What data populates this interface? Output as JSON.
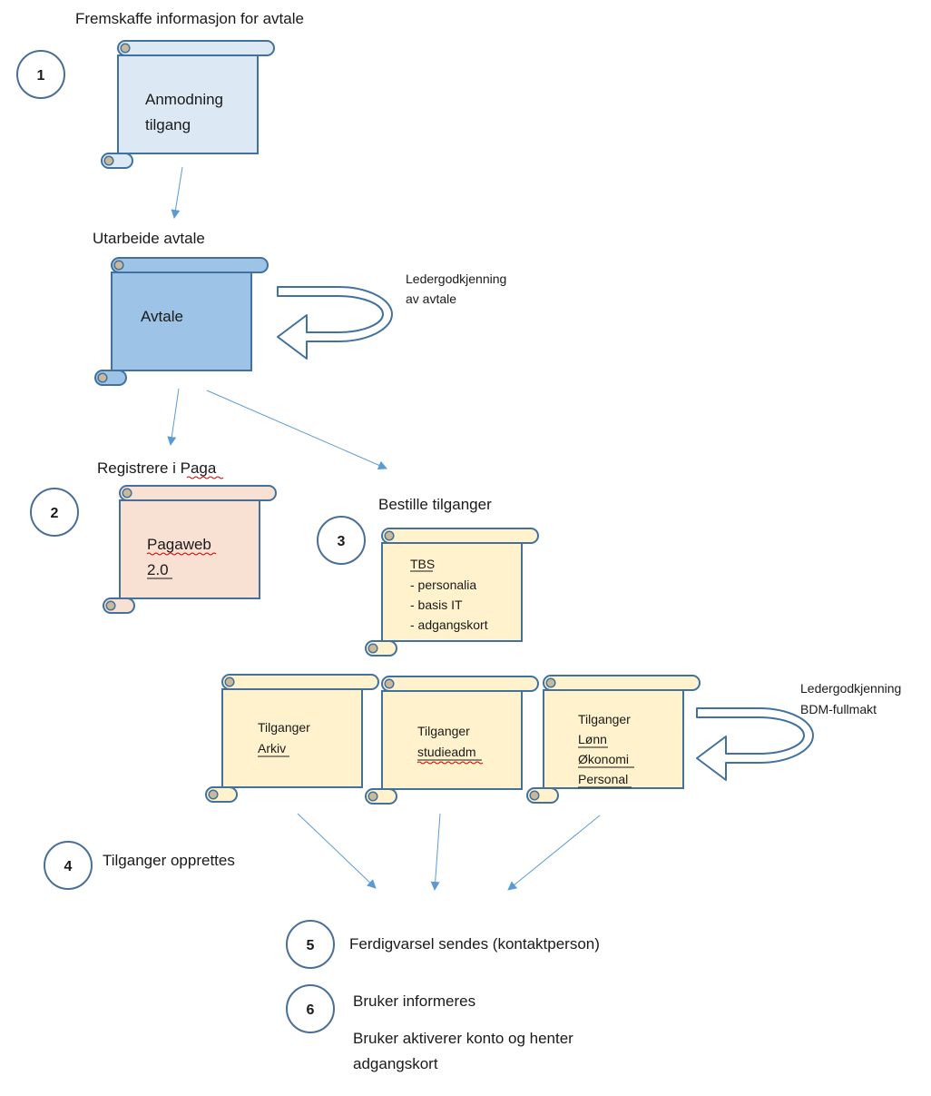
{
  "steps": {
    "s1": {
      "number": "1",
      "heading": "Fremskaffe informasjon for avtale",
      "scroll_line1": "Anmodning",
      "scroll_line2": "tilgang"
    },
    "agreement": {
      "heading": "Utarbeide avtale",
      "scroll_text": "Avtale",
      "loop_line1": "Ledergodkjenning",
      "loop_line2": "av avtale"
    },
    "s2": {
      "number": "2",
      "heading": "Registrere i Paga",
      "scroll_line1": "Pagaweb",
      "scroll_line2": "2.0"
    },
    "s3": {
      "number": "3",
      "heading": "Bestille tilganger",
      "lines": [
        "TBS",
        "- personalia",
        "- basis IT",
        "- adgangskort"
      ]
    },
    "access": {
      "arkiv": {
        "line1": "Tilganger",
        "line2": "Arkiv"
      },
      "studieadm": {
        "line1": "Tilganger",
        "line2": "studieadm"
      },
      "lonn": {
        "line1": "Tilganger",
        "line2": "Lønn",
        "line3": "Økonomi",
        "line4": "Personal"
      },
      "loop_line1": "Ledergodkjenning",
      "loop_line2": "BDM-fullmakt"
    },
    "s4": {
      "number": "4",
      "text": "Tilganger opprettes"
    },
    "s5": {
      "number": "5",
      "text": "Ferdigvarsel sendes (kontaktperson)"
    },
    "s6": {
      "number": "6",
      "text1": "Bruker informeres",
      "text2_line1": "Bruker aktiverer konto og henter",
      "text2_line2": "adgangskort"
    }
  },
  "colors": {
    "scroll_light_blue": "#dde8f5",
    "scroll_blue": "#9dc3e6",
    "scroll_peach": "#f8e1d3",
    "scroll_yellow": "#fff2cc",
    "scroll_curl": "#c9b99a",
    "arrow": "#5b9bd5",
    "outline": "#41719c"
  }
}
